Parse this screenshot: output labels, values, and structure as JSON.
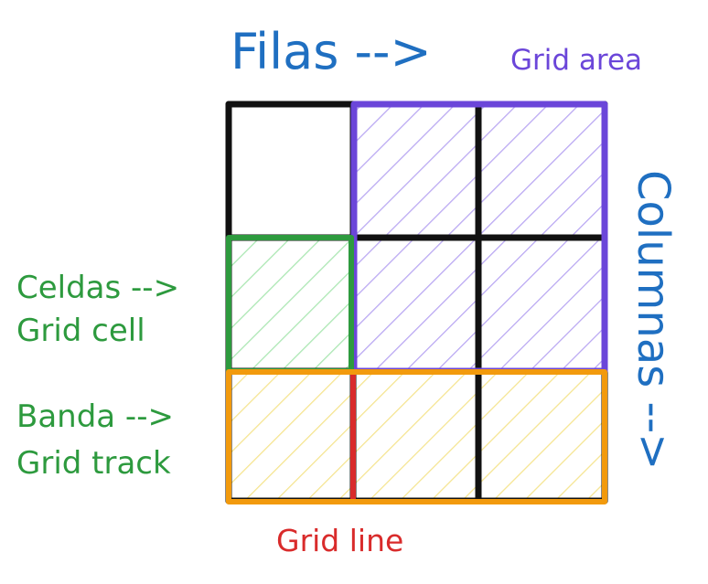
{
  "labels": {
    "filas": "Filas -->",
    "grid_area": "Grid area",
    "columnas": "Columnas -->",
    "celdas": "Celdas -->",
    "grid_cell": "Grid cell",
    "banda": "Banda -->",
    "grid_track": "Grid track",
    "grid_line": "Grid line"
  },
  "grid": {
    "rows": 3,
    "columns": 3
  },
  "colors": {
    "blue": "#1f6fc1",
    "purple": "#6b46d9",
    "purple_hatch": "#b8a6f2",
    "green": "#2d9a3e",
    "green_hatch": "#a8e6b0",
    "orange": "#f29a0d",
    "yellow_hatch": "#f5e48f",
    "red": "#d92b2b",
    "black": "#111111"
  }
}
